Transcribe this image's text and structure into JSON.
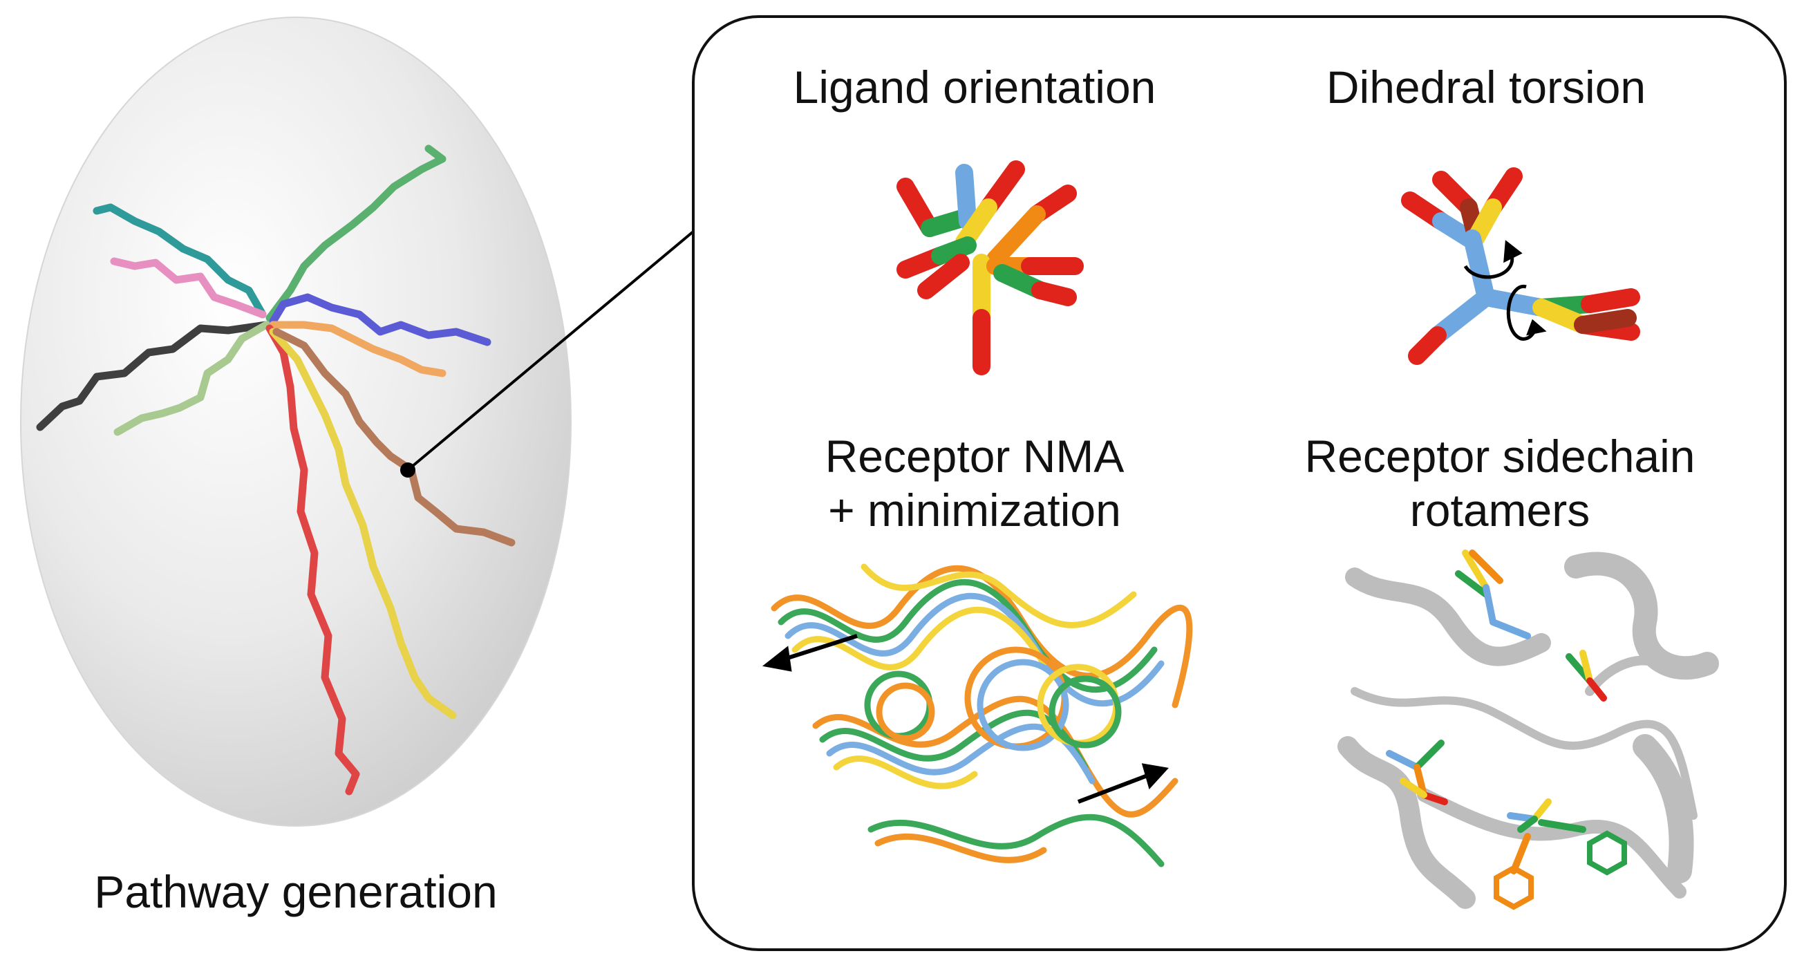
{
  "left": {
    "caption": "Pathway generation",
    "pathway_colors": [
      "#2f9a9a",
      "#e78fc0",
      "#3f3f3f",
      "#a8c98f",
      "#5ab06f",
      "#5b5bd6",
      "#f0a860",
      "#e04545",
      "#e8d24a",
      "#b57a5a"
    ]
  },
  "panel": {
    "ligand_orientation": "Ligand orientation",
    "dihedral_torsion": "Dihedral torsion",
    "receptor_nma_line1": "Receptor NMA",
    "receptor_nma_line2": "+ minimization",
    "receptor_sidechain_line1": "Receptor sidechain",
    "receptor_sidechain_line2": "rotamers"
  },
  "colors": {
    "oxygen_red": "#e0241b",
    "green": "#2aa14a",
    "yellow": "#f2d12a",
    "orange": "#f08a14",
    "blue": "#6fa8e0",
    "ribbon_gray": "#bfbfbf"
  }
}
